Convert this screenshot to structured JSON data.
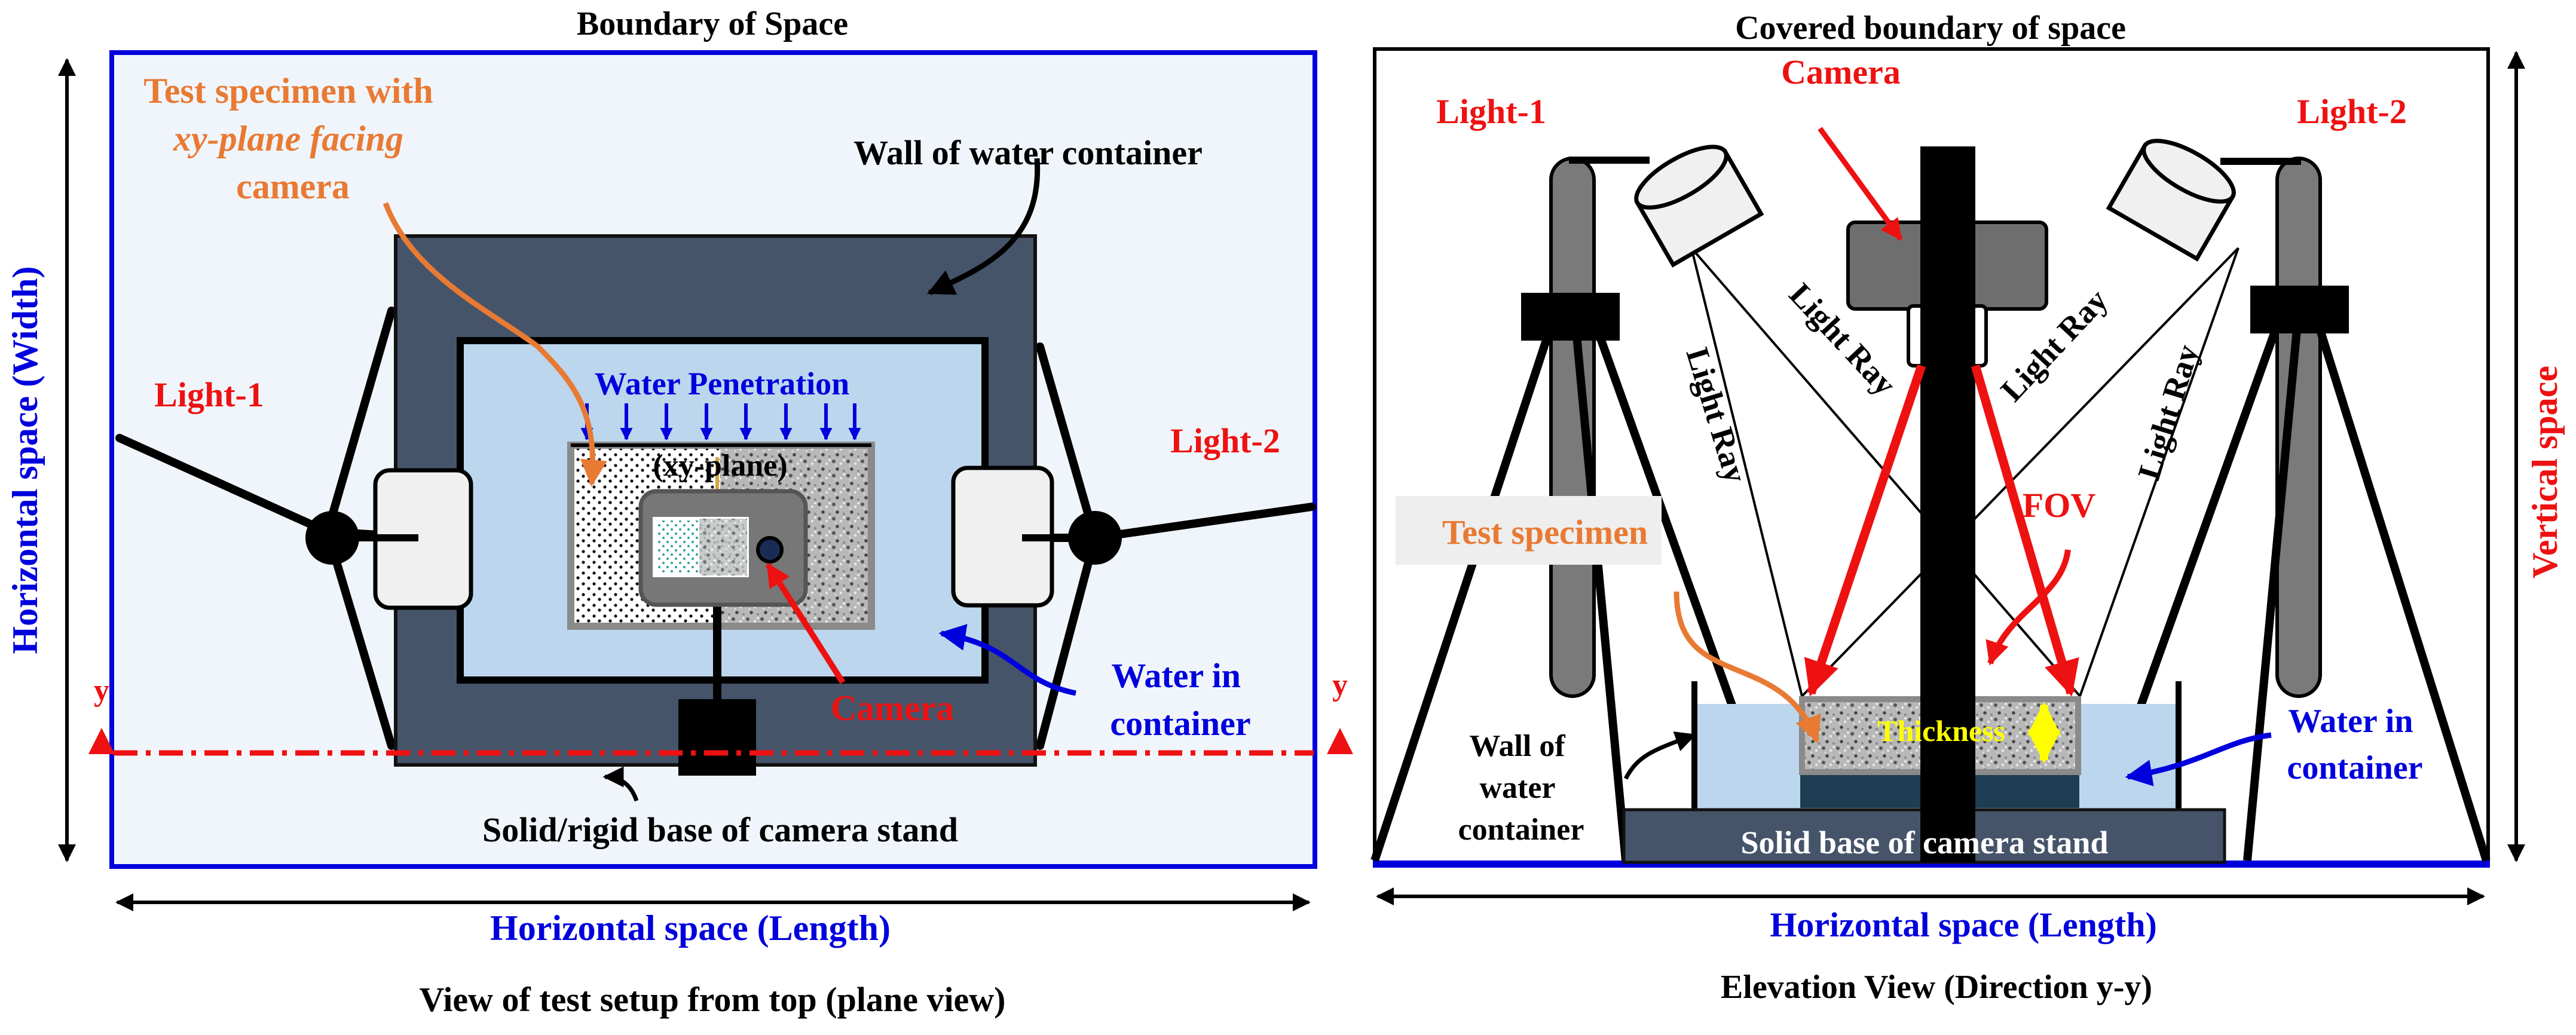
{
  "plan_view": {
    "boundary_title": "Boundary of Space",
    "specimen_callout": [
      "Test specimen with",
      "xy-plane facing",
      "camera"
    ],
    "wall_label": "Wall of water container",
    "water_penetration": "Water Penetration",
    "xy_plane": "(xy-plane)",
    "light1": "Light-1",
    "light2": "Light-2",
    "camera": "Camera",
    "water_in_container": [
      "Water in",
      "container"
    ],
    "section_marker": "y",
    "base_label": "Solid/rigid base of camera stand",
    "width_label": "Horizontal space (Width)",
    "length_label": "Horizontal space (Length)",
    "caption": "View of test setup from top (plane view)"
  },
  "elevation_view": {
    "boundary_title": "Covered boundary of space",
    "camera": "Camera",
    "light1": "Light-1",
    "light2": "Light-2",
    "light_ray": "Light Ray",
    "fov": "FOV",
    "test_specimen": "Test specimen",
    "thickness": "Thickness",
    "wall_label": [
      "Wall of",
      "water",
      "container"
    ],
    "water_in_container": [
      "Water in",
      "container"
    ],
    "base_label": "Solid base of camera stand",
    "vertical_label": "Vertical space",
    "length_label": "Horizontal space (Length)",
    "caption": "Elevation View (Direction y-y)"
  },
  "colors": {
    "blue": "#0000dd",
    "red": "#ee1111",
    "orange": "#e87a33",
    "yellow": "#ffff00",
    "container_dark": "#46546a",
    "water": "#bcd6ee",
    "space_bg": "#f0f5fb",
    "light_body": "#f0f0f0",
    "pole": "#7a7a7a"
  }
}
